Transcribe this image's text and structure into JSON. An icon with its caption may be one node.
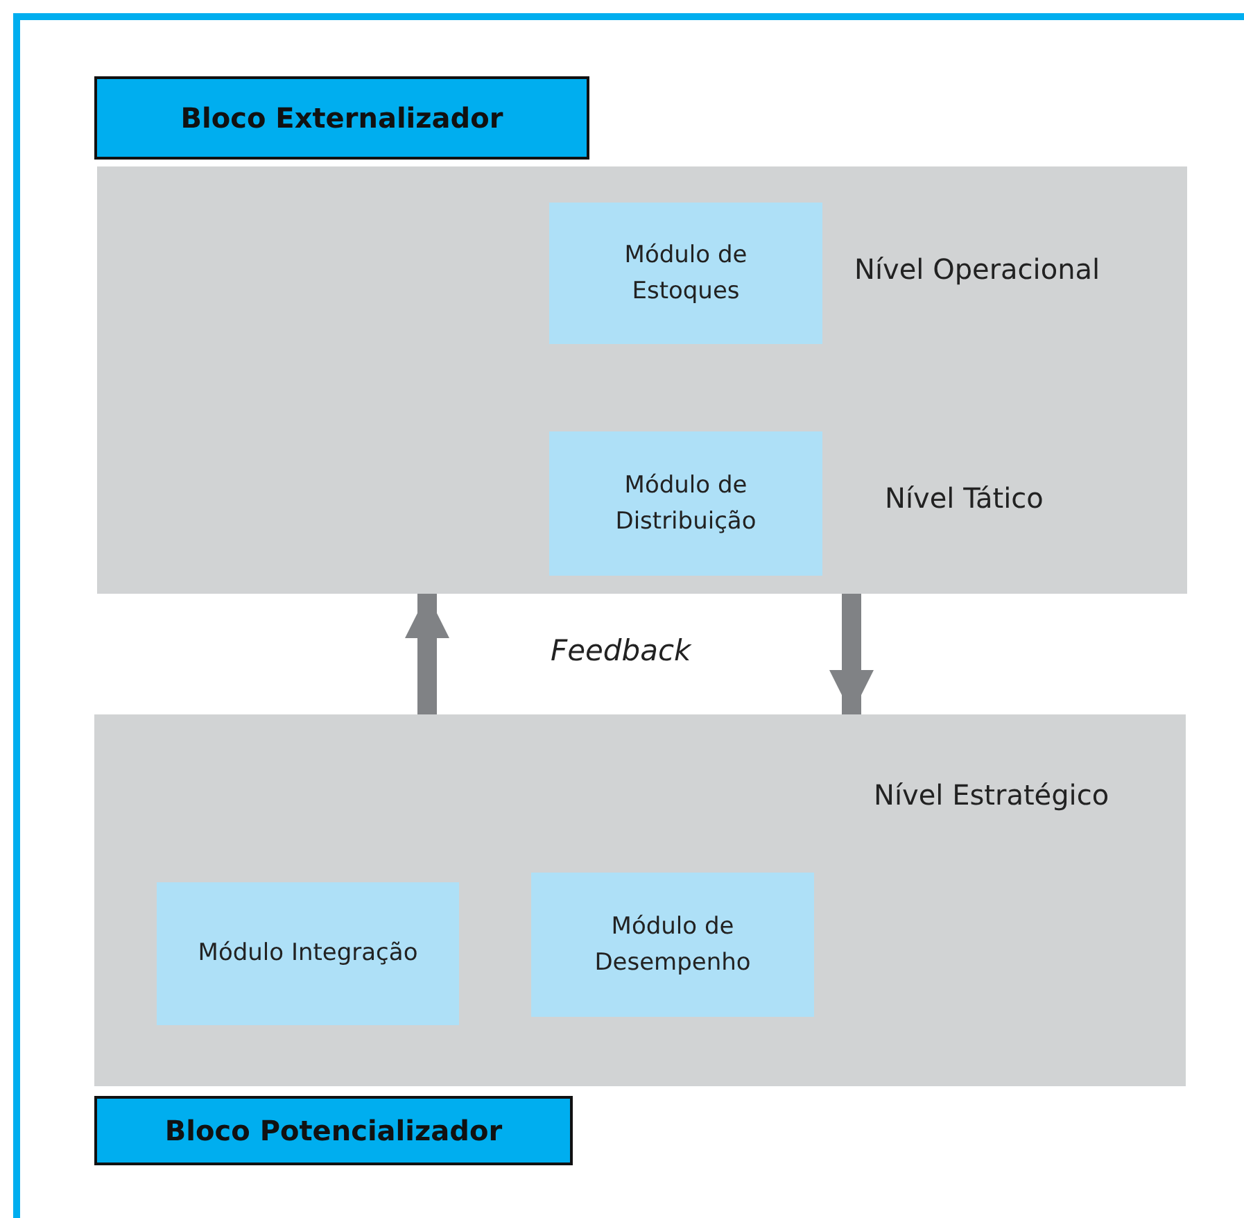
{
  "diagram": {
    "nodes": [
      {
        "text": [
          "Bloco Externalizador"
        ]
      },
      {
        "text": [
          "Módulo de Estoques"
        ],
        "in": 0,
        "beside": [
          "Nível Operacional"
        ]
      },
      {
        "text": [
          "Módulo de Distribuição"
        ],
        "in": 0,
        "beside": [
          "Nível Tático"
        ]
      },
      {
        "text": [
          "Bloco Potencializador"
        ],
        "beside": [
          "Nível Estratégico"
        ]
      },
      {
        "text": [
          "Módulo Integração"
        ],
        "in": 3
      },
      {
        "text": [
          "Módulo de Desempenho"
        ],
        "in": 3
      }
    ],
    "edges": [
      {
        "from": 3,
        "to": 0,
        "arrow": "to"
      },
      {
        "from": 0,
        "to": 3,
        "arrow": "to"
      }
    ],
    "labels": [
      "Feedback"
    ]
  }
}
